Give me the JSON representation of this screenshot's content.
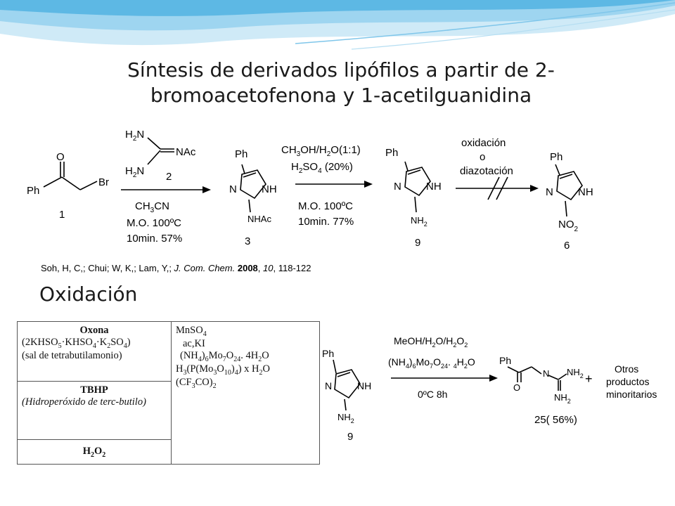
{
  "title": "Síntesis de derivados lipófilos a partir de 2-bromoacetofenona y 1-acetilguanidina",
  "reaction1": {
    "reagent_label": "2",
    "start_label": "1",
    "cond_top": "",
    "cond_bottom": [
      "CH3CN",
      "M.O. 100ºC",
      "10min. 57%"
    ],
    "product_label": "3",
    "product_sub": "NHAc"
  },
  "reaction2": {
    "cond_top": [
      "CH3OH/H2O(1:1)",
      "H2SO4 (20%)"
    ],
    "cond_bottom": [
      "M.O. 100ºC",
      "10min. 77%"
    ],
    "product_label": "9"
  },
  "reaction3": {
    "cond_top": [
      "oxidación",
      "o",
      "diazotación"
    ],
    "product_label": "6"
  },
  "reference": {
    "authors": "Soh, H, C,; Chui; W, K,; Lam, Y,; ",
    "journal": "J. Com. Chem.",
    "year": "2008",
    "volume": "10",
    "pages": "118-122"
  },
  "heading": "Oxidación",
  "table": {
    "oxone_name": "Oxona",
    "oxone_formula": "(2KHSO5·KHSO4·K2SO4)",
    "oxone_note": "(sal de tetrabutilamonio)",
    "tbhp_name": "TBHP",
    "tbhp_note": "(Hidroperóxido de terc-butilo)",
    "h2o2": "H2O2",
    "right": [
      "MnSO4",
      "ac,KI",
      "(NH4)6Mo7O24. 4H2O",
      "H3(P(Mo3O10)4) x H2O",
      "(CF3CO)2"
    ]
  },
  "reaction4": {
    "start_label": "9",
    "cond_top": [
      "MeOH/H2O/H2O2",
      "(NH4)6Mo7O24. 4H2O"
    ],
    "cond_bottom": "0ºC 8h",
    "product_label": "25( 56%)",
    "side_products": [
      "Otros",
      "productos",
      "minoritarios"
    ]
  },
  "colors": {
    "wave_light": "#cfeaf7",
    "wave_mid": "#7fc6ea",
    "wave_dark": "#3aa6da"
  }
}
